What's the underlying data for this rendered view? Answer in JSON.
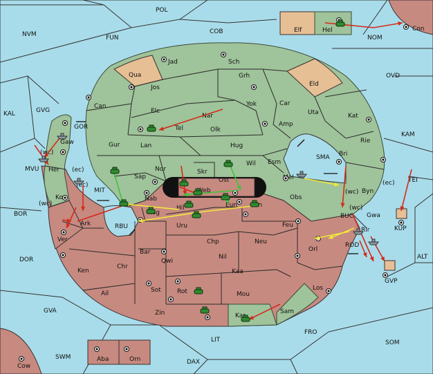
{
  "colors": {
    "sea": "#a9dcea",
    "green_power": "#9fc39a",
    "red_power": "#c78a80",
    "neutral": "#e6bf95",
    "order_red": "#d42a1a",
    "order_green": "#3ec43a",
    "order_yellow": "#f2ea3a"
  },
  "sea_labels": [
    {
      "id": "pol",
      "text": "POL"
    },
    {
      "id": "nvm",
      "text": "NVM"
    },
    {
      "id": "fun",
      "text": "FUN"
    },
    {
      "id": "cob",
      "text": "COB"
    },
    {
      "id": "nom",
      "text": "NOM"
    },
    {
      "id": "ovd",
      "text": "OVD"
    },
    {
      "id": "kal",
      "text": "KAL"
    },
    {
      "id": "gvg",
      "text": "GVG"
    },
    {
      "id": "gor",
      "text": "GOR"
    },
    {
      "id": "kam",
      "text": "KAM"
    },
    {
      "id": "sma",
      "text": "SMA"
    },
    {
      "id": "mvu",
      "text": "MVU"
    },
    {
      "id": "mit",
      "text": "MIT"
    },
    {
      "id": "tei",
      "text": "TEI"
    },
    {
      "id": "bor",
      "text": "BOR"
    },
    {
      "id": "rbu",
      "text": "RBU"
    },
    {
      "id": "buc",
      "text": "BUC"
    },
    {
      "id": "rod",
      "text": "ROD"
    },
    {
      "id": "alt",
      "text": "ALT"
    },
    {
      "id": "dor",
      "text": "DOR"
    },
    {
      "id": "gva",
      "text": "GVA"
    },
    {
      "id": "fro",
      "text": "FRO"
    },
    {
      "id": "som",
      "text": "SOM"
    },
    {
      "id": "lit",
      "text": "LIT"
    },
    {
      "id": "swm",
      "text": "SWM"
    },
    {
      "id": "dax",
      "text": "DAX"
    }
  ],
  "green_labels": [
    {
      "id": "jad",
      "text": "Jad"
    },
    {
      "id": "sch",
      "text": "Sch"
    },
    {
      "id": "jos",
      "text": "Jos"
    },
    {
      "id": "grh",
      "text": "Grh"
    },
    {
      "id": "can",
      "text": "Can"
    },
    {
      "id": "elc",
      "text": "Elc"
    },
    {
      "id": "nar",
      "text": "Nar"
    },
    {
      "id": "yok",
      "text": "Yok"
    },
    {
      "id": "car",
      "text": "Car"
    },
    {
      "id": "uta",
      "text": "Uta"
    },
    {
      "id": "kat",
      "text": "Kat"
    },
    {
      "id": "tel",
      "text": "Tel"
    },
    {
      "id": "olk",
      "text": "Olk"
    },
    {
      "id": "amp",
      "text": "Amp"
    },
    {
      "id": "gur",
      "text": "Gur"
    },
    {
      "id": "lan",
      "text": "Lan"
    },
    {
      "id": "hug",
      "text": "Hug"
    },
    {
      "id": "rie",
      "text": "Rie"
    },
    {
      "id": "bri",
      "text": "Bri"
    },
    {
      "id": "gaw",
      "text": "Gaw"
    },
    {
      "id": "her",
      "text": "Her"
    },
    {
      "id": "nor",
      "text": "Nor"
    },
    {
      "id": "wil",
      "text": "Wil"
    },
    {
      "id": "esm",
      "text": "Esm"
    },
    {
      "id": "sap",
      "text": "Sap"
    },
    {
      "id": "skr",
      "text": "Skr"
    },
    {
      "id": "ost",
      "text": "Ost"
    },
    {
      "id": "mel",
      "text": "Mel"
    },
    {
      "id": "byn",
      "text": "Byn"
    },
    {
      "id": "kor",
      "text": "Kor"
    },
    {
      "id": "hel",
      "text": "Hel"
    },
    {
      "id": "sam",
      "text": "Sam"
    },
    {
      "id": "kar",
      "text": "Kar"
    }
  ],
  "red_labels": [
    {
      "id": "web",
      "text": "Web"
    },
    {
      "id": "nab",
      "text": "Nab"
    },
    {
      "id": "eun",
      "text": "Eun"
    },
    {
      "id": "hil",
      "text": "Hil"
    },
    {
      "id": "sun",
      "text": "Sun"
    },
    {
      "id": "obs",
      "text": "Obs"
    },
    {
      "id": "nog",
      "text": "Nog"
    },
    {
      "id": "ark",
      "text": "Ark"
    },
    {
      "id": "uru",
      "text": "Uru"
    },
    {
      "id": "feu",
      "text": "Feu"
    },
    {
      "id": "gwa",
      "text": "Gwa"
    },
    {
      "id": "rir",
      "text": "Rir"
    },
    {
      "id": "ver",
      "text": "Ver"
    },
    {
      "id": "chp",
      "text": "Chp"
    },
    {
      "id": "neu",
      "text": "Neu"
    },
    {
      "id": "orl",
      "text": "Orl"
    },
    {
      "id": "bar",
      "text": "Bar"
    },
    {
      "id": "qwi",
      "text": "Qwi"
    },
    {
      "id": "nil",
      "text": "Nil"
    },
    {
      "id": "ken",
      "text": "Ken"
    },
    {
      "id": "chr",
      "text": "Chr"
    },
    {
      "id": "kaa",
      "text": "Kaa"
    },
    {
      "id": "los",
      "text": "Los"
    },
    {
      "id": "ail",
      "text": "Ail"
    },
    {
      "id": "sot",
      "text": "Sot"
    },
    {
      "id": "rot",
      "text": "Rot"
    },
    {
      "id": "mou",
      "text": "Mou"
    },
    {
      "id": "zin",
      "text": "Zin"
    },
    {
      "id": "aba",
      "text": "Aba"
    },
    {
      "id": "orn",
      "text": "Orn"
    },
    {
      "id": "cow",
      "text": "Cow"
    },
    {
      "id": "con",
      "text": "Con"
    }
  ],
  "neutral_labels": [
    {
      "id": "qua",
      "text": "Qua"
    },
    {
      "id": "eld",
      "text": "Eld"
    },
    {
      "id": "elf",
      "text": "Elf"
    },
    {
      "id": "kup",
      "text": "KUP"
    },
    {
      "id": "gvp",
      "text": "GVP"
    }
  ],
  "coast_labels": [
    {
      "id": "gaw_wc",
      "text": "(wc)"
    },
    {
      "id": "her_ec",
      "text": "(ec)"
    },
    {
      "id": "ark_ec",
      "text": "(ec)"
    },
    {
      "id": "kor_wc",
      "text": "(wc)"
    },
    {
      "id": "byn_wc",
      "text": "(wc)"
    },
    {
      "id": "byn_ec",
      "text": "(ec)"
    },
    {
      "id": "gwa_wc",
      "text": "(wc)"
    }
  ]
}
